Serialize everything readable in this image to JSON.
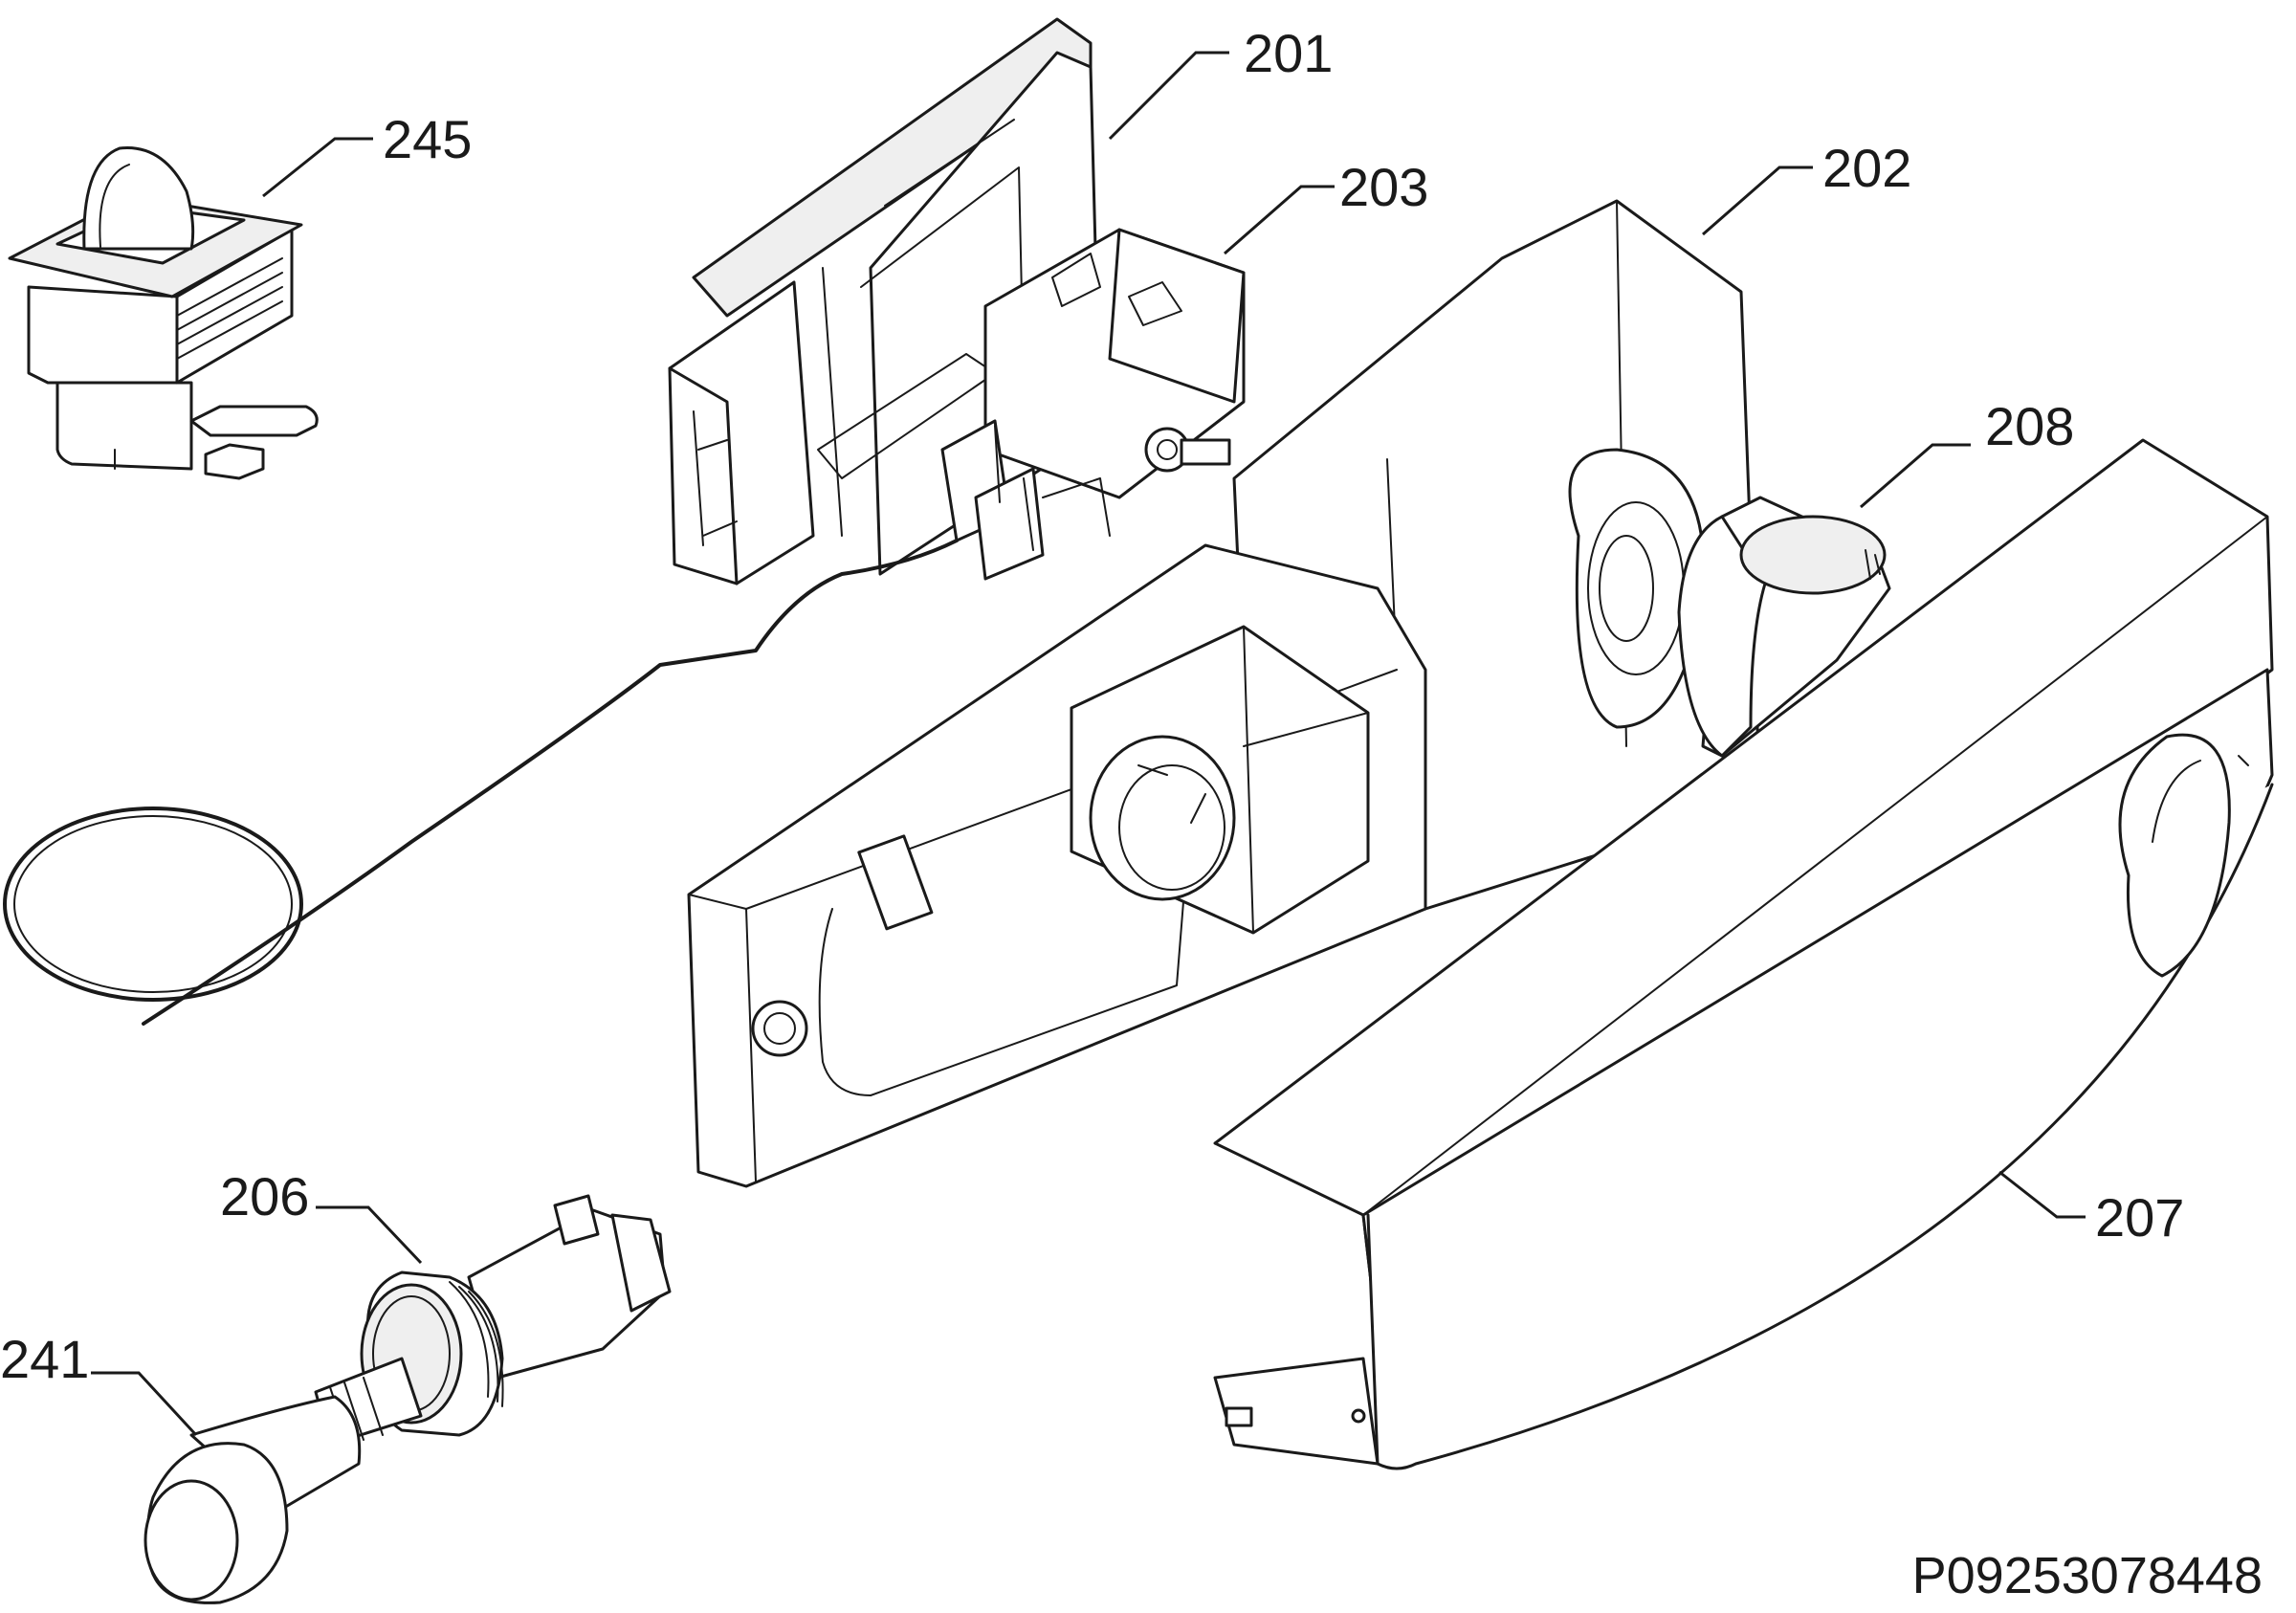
{
  "callouts": {
    "c201": "201",
    "c245": "245",
    "c203": "203",
    "c202": "202",
    "c208": "208",
    "c206": "206",
    "c207": "207",
    "c241": "241"
  },
  "drawing_code": "P09253078448"
}
